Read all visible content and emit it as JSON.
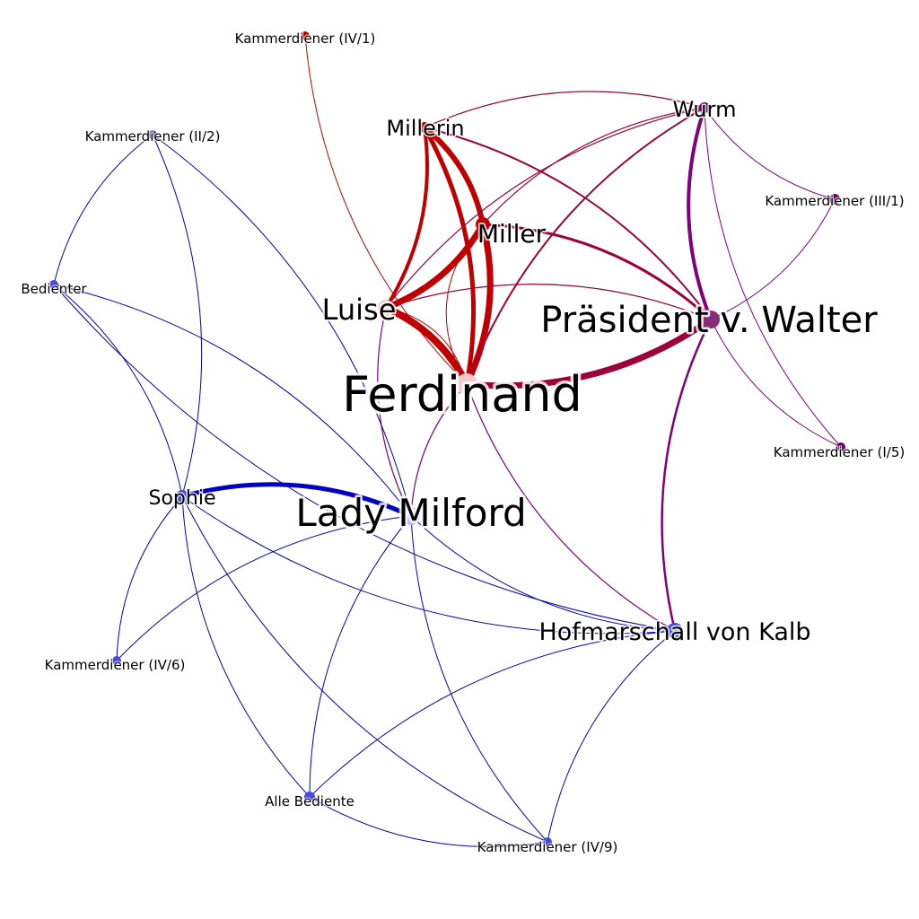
{
  "colors": {
    "background": "#ffffff",
    "red": "#c00000",
    "blue": "#0000c0",
    "purple": "#800080",
    "crimson": "#a0003a"
  },
  "nodes": [
    {
      "id": "kammerdiener-iv-1",
      "label": "Kammerdiener (IV/1)"
    },
    {
      "id": "kammerdiener-ii-2",
      "label": "Kammerdiener (II/2)"
    },
    {
      "id": "millerin",
      "label": "Millerin"
    },
    {
      "id": "wurm",
      "label": "Wurm"
    },
    {
      "id": "kammerdiener-iii-1",
      "label": "Kammerdiener (III/1)"
    },
    {
      "id": "miller",
      "label": "Miller"
    },
    {
      "id": "bedienter",
      "label": "Bedienter"
    },
    {
      "id": "luise",
      "label": "Luise"
    },
    {
      "id": "praesident",
      "label": "Präsident v. Walter"
    },
    {
      "id": "ferdinand",
      "label": "Ferdinand"
    },
    {
      "id": "kammerdiener-i-5",
      "label": "Kammerdiener (I/5)"
    },
    {
      "id": "sophie",
      "label": "Sophie"
    },
    {
      "id": "lady-milford",
      "label": "Lady Milford"
    },
    {
      "id": "hofmarschall",
      "label": "Hofmarschall von Kalb"
    },
    {
      "id": "kammerdiener-iv-6",
      "label": "Kammerdiener (IV/6)"
    },
    {
      "id": "alle-bediente",
      "label": "Alle Bediente"
    },
    {
      "id": "kammerdiener-iv-9",
      "label": "Kammerdiener (IV/9)"
    }
  ],
  "edges": [
    {
      "source": "ferdinand",
      "target": "luise",
      "weight": 8,
      "color": "red"
    },
    {
      "source": "ferdinand",
      "target": "miller",
      "weight": 7,
      "color": "red"
    },
    {
      "source": "ferdinand",
      "target": "millerin",
      "weight": 5,
      "color": "red"
    },
    {
      "source": "luise",
      "target": "miller",
      "weight": 7,
      "color": "red"
    },
    {
      "source": "luise",
      "target": "millerin",
      "weight": 4,
      "color": "red"
    },
    {
      "source": "miller",
      "target": "millerin",
      "weight": 6,
      "color": "red"
    },
    {
      "source": "ferdinand",
      "target": "praesident",
      "weight": 7,
      "color": "crimson"
    },
    {
      "source": "wurm",
      "target": "praesident",
      "weight": 4,
      "color": "purple"
    },
    {
      "source": "praesident",
      "target": "hofmarschall",
      "weight": 2.5,
      "color": "purple"
    },
    {
      "source": "praesident",
      "target": "miller",
      "weight": 3,
      "color": "crimson"
    },
    {
      "source": "praesident",
      "target": "millerin",
      "weight": 2,
      "color": "crimson"
    },
    {
      "source": "wurm",
      "target": "ferdinand",
      "weight": 2,
      "color": "crimson"
    },
    {
      "source": "wurm",
      "target": "millerin",
      "weight": 1.2,
      "color": "crimson"
    },
    {
      "source": "wurm",
      "target": "luise",
      "weight": 1.2,
      "color": "crimson"
    },
    {
      "source": "wurm",
      "target": "miller",
      "weight": 1.2,
      "color": "crimson"
    },
    {
      "source": "wurm",
      "target": "kammerdiener-iii-1",
      "weight": 1,
      "color": "purple"
    },
    {
      "source": "wurm",
      "target": "kammerdiener-i-5",
      "weight": 1,
      "color": "purple"
    },
    {
      "source": "praesident",
      "target": "kammerdiener-iii-1",
      "weight": 1,
      "color": "purple"
    },
    {
      "source": "praesident",
      "target": "kammerdiener-i-5",
      "weight": 1,
      "color": "purple"
    },
    {
      "source": "praesident",
      "target": "luise",
      "weight": 1.2,
      "color": "crimson"
    },
    {
      "source": "kammerdiener-iv-1",
      "target": "ferdinand",
      "weight": 1,
      "color": "red"
    },
    {
      "source": "luise",
      "target": "ferdinand",
      "weight": 1,
      "color": "red",
      "bend": -0.3
    },
    {
      "source": "miller",
      "target": "ferdinand",
      "weight": 1,
      "color": "red",
      "bend": 0.35
    },
    {
      "source": "ferdinand",
      "target": "lady-milford",
      "weight": 1.2,
      "color": "purple"
    },
    {
      "source": "luise",
      "target": "lady-milford",
      "weight": 1.2,
      "color": "purple"
    },
    {
      "source": "ferdinand",
      "target": "hofmarschall",
      "weight": 1.2,
      "color": "purple"
    },
    {
      "source": "lady-milford",
      "target": "sophie",
      "weight": 5,
      "color": "blue"
    },
    {
      "source": "lady-milford",
      "target": "kammerdiener-ii-2",
      "weight": 1,
      "color": "blue"
    },
    {
      "source": "lady-milford",
      "target": "bedienter",
      "weight": 1,
      "color": "blue"
    },
    {
      "source": "lady-milford",
      "target": "kammerdiener-iv-6",
      "weight": 1,
      "color": "blue"
    },
    {
      "source": "lady-milford",
      "target": "alle-bediente",
      "weight": 1,
      "color": "blue"
    },
    {
      "source": "lady-milford",
      "target": "kammerdiener-iv-9",
      "weight": 1,
      "color": "blue"
    },
    {
      "source": "lady-milford",
      "target": "hofmarschall",
      "weight": 1,
      "color": "blue"
    },
    {
      "source": "sophie",
      "target": "kammerdiener-ii-2",
      "weight": 1,
      "color": "blue"
    },
    {
      "source": "sophie",
      "target": "bedienter",
      "weight": 1,
      "color": "blue"
    },
    {
      "source": "sophie",
      "target": "kammerdiener-iv-6",
      "weight": 1,
      "color": "blue"
    },
    {
      "source": "sophie",
      "target": "alle-bediente",
      "weight": 1,
      "color": "blue"
    },
    {
      "source": "sophie",
      "target": "kammerdiener-iv-9",
      "weight": 1,
      "color": "blue"
    },
    {
      "source": "sophie",
      "target": "hofmarschall",
      "weight": 1,
      "color": "blue"
    },
    {
      "source": "kammerdiener-ii-2",
      "target": "bedienter",
      "weight": 1,
      "color": "blue"
    },
    {
      "source": "bedienter",
      "target": "hofmarschall",
      "weight": 1,
      "color": "blue"
    },
    {
      "source": "hofmarschall",
      "target": "alle-bediente",
      "weight": 1,
      "color": "blue"
    },
    {
      "source": "hofmarschall",
      "target": "kammerdiener-iv-9",
      "weight": 1,
      "color": "blue"
    },
    {
      "source": "alle-bediente",
      "target": "kammerdiener-iv-9",
      "weight": 1,
      "color": "blue"
    }
  ]
}
